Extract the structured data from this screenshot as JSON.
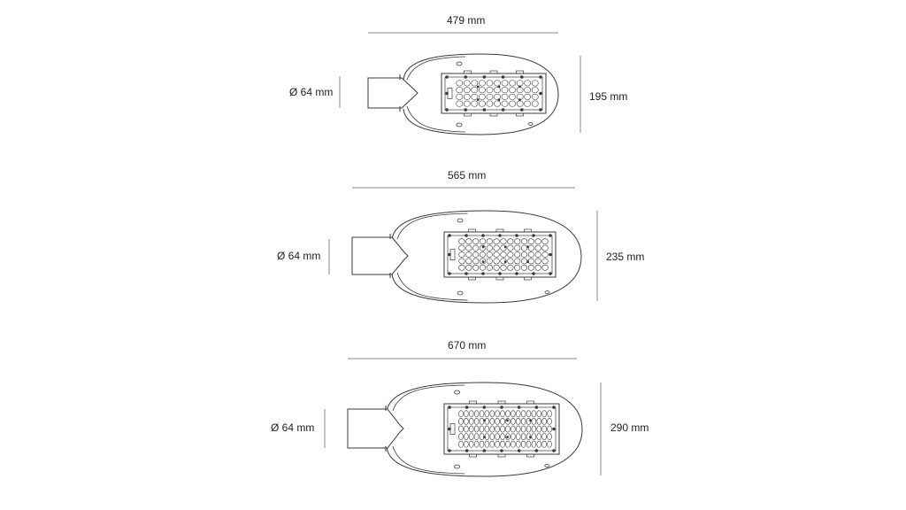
{
  "colors": {
    "line": "#3a3a3a",
    "dim_line": "#8a8a8a",
    "text": "#222222",
    "background": "#ffffff"
  },
  "views": [
    {
      "width_label": "479 mm",
      "height_label": "195 mm",
      "diameter_label": "Ø  64 mm",
      "led_rows": 4,
      "led_cols": 11
    },
    {
      "width_label": "565 mm",
      "height_label": "235 mm",
      "diameter_label": "Ø  64 mm",
      "led_rows": 5,
      "led_cols": 13
    },
    {
      "width_label": "670 mm",
      "height_label": "290 mm",
      "diameter_label": "Ø  64 mm",
      "led_rows": 5,
      "led_cols": 18
    }
  ]
}
